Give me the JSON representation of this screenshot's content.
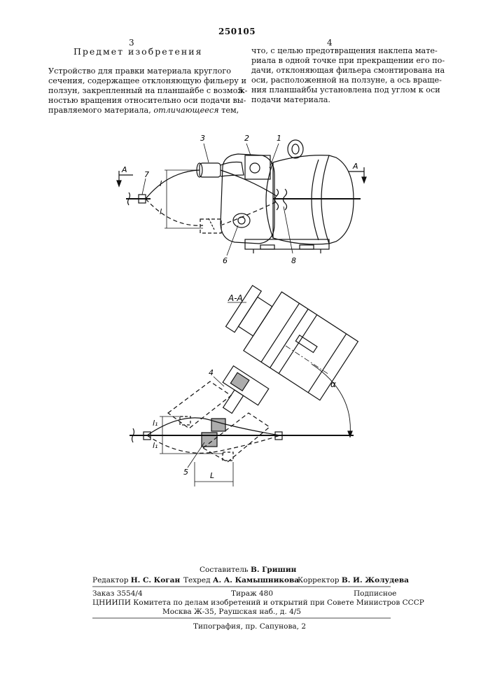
{
  "header": {
    "patent_number": "250105",
    "col_left_number": "3",
    "col_right_number": "4"
  },
  "section_title": "Предмет изобретения",
  "claim": {
    "left_lines": [
      "Устройство для правки материала круглого",
      "сечения, содержащее отклоняющую фильеру и",
      "ползун, закрепленный на планшайбе с возмож-",
      "ностью вращения относительно оси подачи вы-",
      "правляемого материала,"
    ],
    "left_last_italic": "отличающееся",
    "left_last_tail": "тем,",
    "right_lines": [
      "что, с целью предотвращения наклепа мате-",
      "риала в одной точке при прекращении его по-",
      "дачи, отклоняющая фильера смонтирована на",
      "оси, расположенной на ползуне, а ось враще-",
      "ния планшайбы установлена под углом к оси",
      "подачи материала."
    ],
    "line_number_marker": "5"
  },
  "figure1": {
    "labels": {
      "section_a_left": "А",
      "section_a_right": "А",
      "n1": "1",
      "n2": "2",
      "n3": "3",
      "n6": "6",
      "n7": "7",
      "n8": "8",
      "l_top": "l",
      "l_bottom": "l"
    }
  },
  "figure2": {
    "title": "А-А",
    "labels": {
      "n4": "4",
      "n5": "5",
      "l1_top": "l₁",
      "l1_bottom": "l₁",
      "L": "L",
      "alpha": "α"
    }
  },
  "footer": {
    "compiler_label": "Составитель",
    "compiler_name": "В. Гришин",
    "editor_label": "Редактор",
    "editor_name": "Н. С. Коган",
    "techred_label": "Техред",
    "techred_name": "А. А. Камышникова",
    "corrector_label": "Корректор",
    "corrector_name": "В. И. Жолудева",
    "order": "Заказ 3554/4",
    "circulation": "Тираж 480",
    "subscription": "Подписное",
    "institute": "ЦНИИПИ Комитета по делам изобретений и открытий при Совете Министров СССР",
    "address": "Москва Ж-35, Раушская наб., д. 4/5",
    "printing": "Типография, пр. Сапунова, 2"
  }
}
